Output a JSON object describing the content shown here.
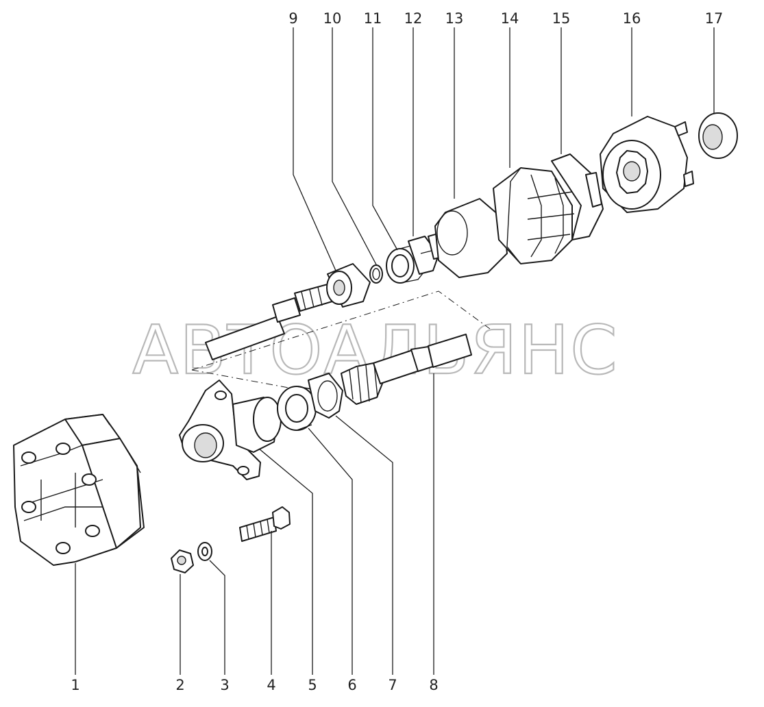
{
  "watermark": "АВТОАЛЬЯНС",
  "callouts": [
    "1",
    "2",
    "3",
    "4",
    "5",
    "6",
    "7",
    "8",
    "9",
    "10",
    "11",
    "12",
    "13",
    "14",
    "15",
    "16",
    "17"
  ],
  "colors": {
    "line": "#1a1a1a",
    "watermark": "#b8b8b8",
    "background": "#ffffff"
  }
}
